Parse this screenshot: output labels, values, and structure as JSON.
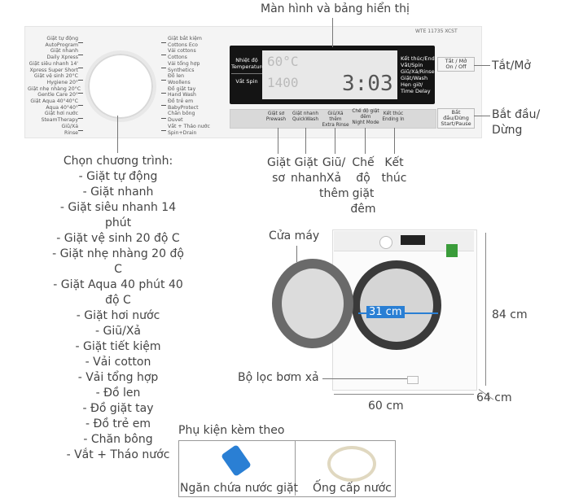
{
  "panel": {
    "model": "WTE 11735 XCST",
    "programs_left": [
      "Giặt tự động",
      "AutoProgram",
      "Giặt nhanh",
      "Daily Xpress",
      "Giặt siêu nhanh 14'",
      "Xpress Super Short",
      "Giặt vệ sinh 20°C",
      "Hygiene 20°",
      "Giặt nhẹ nhàng 20°C",
      "Gentle Care 20°",
      "Giặt Aqua 40°40°C",
      "Aqua 40°40°",
      "Giặt hơi nước",
      "SteamTherapy",
      "Giũ/Xả",
      "Rinse"
    ],
    "programs_right": [
      "Giặt bắt kiệm",
      "Cottons Eco",
      "Vải cottons",
      "Cottons",
      "Vải tổng hợp",
      "Synthetics",
      "Đồ len",
      "Woollens",
      "Đồ giặt tay",
      "Hand Wash",
      "Đồ trẻ em",
      "BabyProtect",
      "Chăn bông",
      "Duvet",
      "Vắt + Tháo nước",
      "Spin+Drain"
    ],
    "screen_left": {
      "temp": "Nhiệt độ Temperature",
      "spin": "Vắt Spin"
    },
    "screen_right": [
      "Kết thúc/End",
      "Vắt/Spin",
      "Giũ/Xả/Rinse",
      "Giặt/Wash",
      "Hẹn giờ/",
      "Time Delay"
    ],
    "lcd_temp": "60°C",
    "lcd_spin": "1400",
    "lcd_time": "3:03",
    "buttons": [
      {
        "vi": "Giặt sơ",
        "en": "Prewash"
      },
      {
        "vi": "Giặt nhanh",
        "en": "QuickWash"
      },
      {
        "vi": "Giũ/Xả thêm",
        "en": "Extra Rinse"
      },
      {
        "vi": "Chế độ giặt đêm",
        "en": "Night Mode"
      },
      {
        "vi": "Kết thúc",
        "en": "Ending In"
      }
    ],
    "onoff": {
      "vi": "Tắt / Mở",
      "en": "On / Off"
    },
    "startpause": {
      "vi": "Bắt đầu/Dừng",
      "en": "Start/Pause"
    }
  },
  "callouts": {
    "display": "Màn hình và bảng hiển thị",
    "onoff": "Tắt/Mở",
    "start_line1": "Bắt đầu/",
    "start_line2": "Dừng",
    "prewash": [
      "Giặt",
      "sơ"
    ],
    "quick": [
      "Giặt",
      "nhanh"
    ],
    "rinse": [
      "Giũ/",
      "Xả",
      "thêm"
    ],
    "night": [
      "Chế",
      "độ",
      "giặt",
      "đêm"
    ],
    "end": [
      "Kết",
      "thúc"
    ],
    "door": "Cửa máy",
    "filter": "Bộ lọc bơm xả",
    "drum_size": "31 cm",
    "height": "84 cm",
    "width": "60 cm",
    "depth": "64 cm"
  },
  "programs_title": "Chọn chương trình:",
  "programs": [
    "- Giặt tự động",
    "- Giặt nhanh",
    "- Giặt siêu nhanh 14 phút",
    "- Giặt vệ sinh 20 độ C",
    "- Giặt nhẹ nhàng 20 độ C",
    "- Giặt Aqua 40 phút 40 độ C",
    "- Giặt hơi nước",
    "- Giũ/Xả",
    "- Giặt tiết kiệm",
    "- Vải cotton",
    "- Vải tổng hợp",
    "- Đồ len",
    "- Đồ giặt tay",
    "- Đồ trẻ em",
    "- Chăn bông",
    "- Vắt + Tháo nước"
  ],
  "accessories": {
    "title": "Phụ kiện kèm theo",
    "items": [
      "Ngăn chứa nước giặt",
      "Ống cấp nước"
    ]
  },
  "colors": {
    "accent_blue": "#2a7fd4",
    "panel_bg": "#f4f4f4",
    "screen_bg": "#141414"
  }
}
